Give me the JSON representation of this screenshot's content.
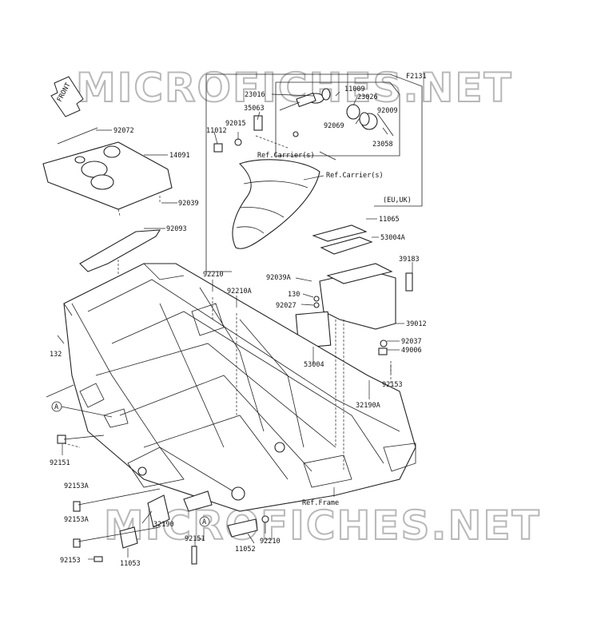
{
  "diagram_id": "F2131",
  "watermark": "MICROFICHES.NET",
  "front_label": "FRONT",
  "region_label": "(EU,UK)",
  "references": {
    "carrier_upper": "Ref.Carrier(s)",
    "carrier_lower": "Ref.Carrier(s)",
    "frame": "Ref.Frame"
  },
  "callout_letter": "A",
  "parts": {
    "p92072": "92072",
    "p14091": "14091",
    "p92039": "92039",
    "p92093": "92093",
    "p23016": "23016",
    "p35063": "35063",
    "p11009": "11009",
    "p23026": "23026",
    "p92009": "92009",
    "p92069": "92069",
    "p92015": "92015",
    "p11012": "11012",
    "p23058": "23058",
    "p11065": "11065",
    "p53004A": "53004A",
    "p39183": "39183",
    "p92039A": "92039A",
    "p130": "130",
    "p92027": "92027",
    "p39012": "39012",
    "p92037": "92037",
    "p49006": "49006",
    "p53004": "53004",
    "p92210": "92210",
    "p92210A": "92210A",
    "p132": "132",
    "p92153": "92153",
    "p32190A": "32190A",
    "p92151": "92151",
    "p92153A_1": "92153A",
    "p92153A_2": "92153A",
    "p32190": "32190",
    "p92151b": "92151",
    "p92210b": "92210",
    "p11052": "11052",
    "p92153b": "92153",
    "p11053": "11053"
  }
}
